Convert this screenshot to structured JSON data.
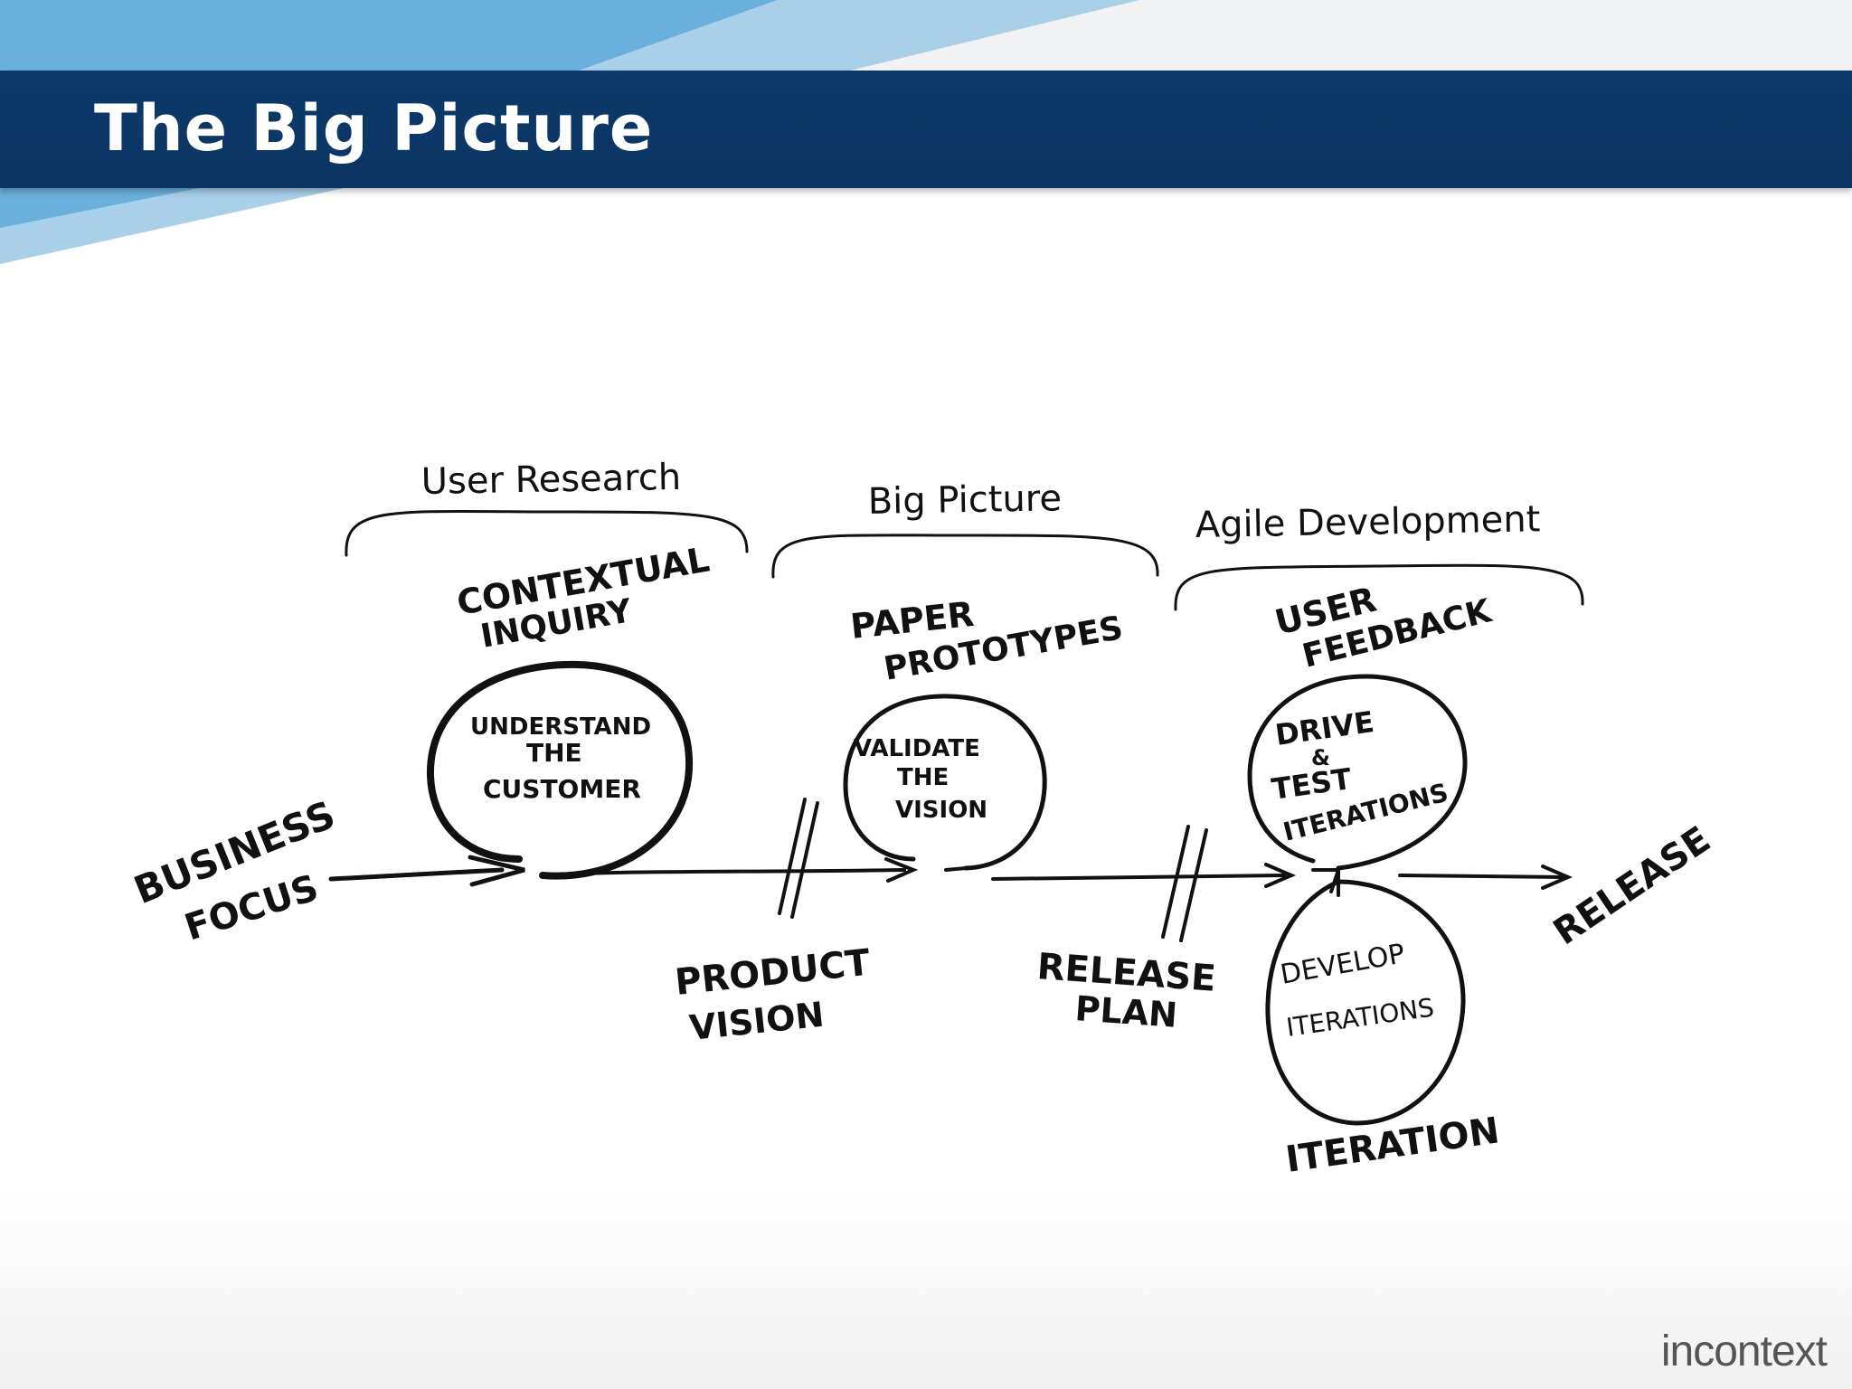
{
  "slide": {
    "title": "The Big Picture",
    "logo_text": "incontext",
    "colors": {
      "header": "#0b3462",
      "accent_light": "#a9cfe9",
      "accent_mid": "#6ab0dc",
      "ink": "#111111"
    }
  },
  "diagram": {
    "phases": [
      {
        "label": "User Research"
      },
      {
        "label": "Big Picture"
      },
      {
        "label": "Agile Development"
      }
    ],
    "circles": [
      {
        "top": "CONTEXTUAL",
        "bottom": "INQUIRY",
        "lines": [
          "UNDERSTAND",
          "THE",
          "CUSTOMER"
        ]
      },
      {
        "top": "PAPER",
        "bottom": "PROTOTYPES",
        "lines": [
          "VALIDATE",
          "THE",
          "VISION"
        ]
      },
      {
        "top": "USER",
        "bottom": "FEEDBACK",
        "lines": [
          "DRIVE",
          "&",
          "TEST",
          "ITERATIONS"
        ]
      },
      {
        "lines": [
          "DEVELOP",
          "ITERATIONS"
        ],
        "caption": "ITERATION"
      }
    ],
    "start_label": [
      "BUSINESS",
      "FOCUS"
    ],
    "milestones": [
      {
        "lines": [
          "PRODUCT",
          "VISION"
        ]
      },
      {
        "lines": [
          "RELEASE",
          "PLAN"
        ]
      }
    ],
    "end_label": "RELEASE"
  }
}
